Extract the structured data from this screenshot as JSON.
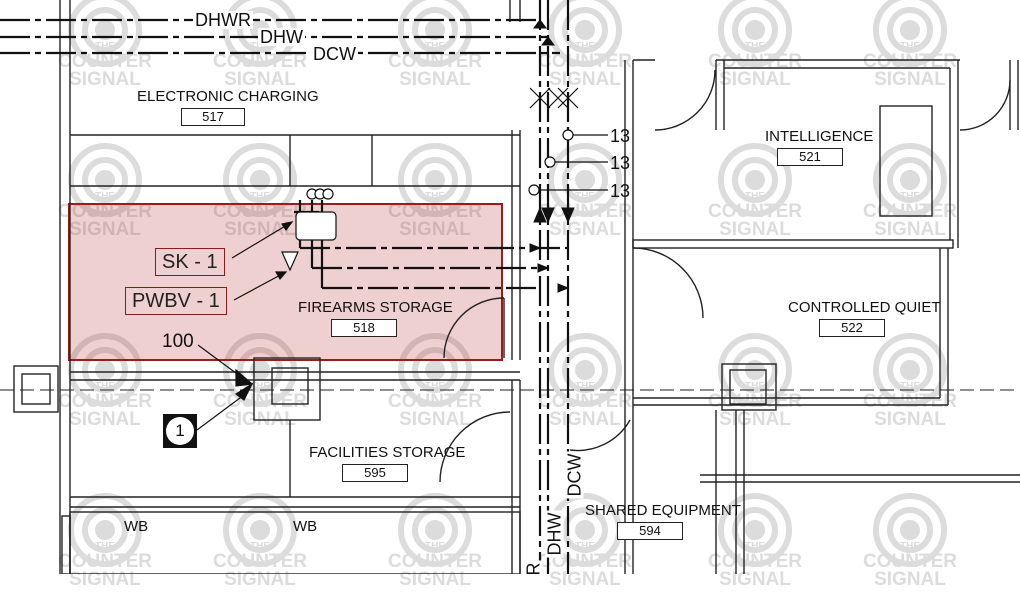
{
  "pipes": {
    "dhwr": "DHWR",
    "dhw": "DHW",
    "dcw": "DCW",
    "dhw_vertical": "DHW",
    "dcw_vertical": "DCW",
    "r_vertical": "R"
  },
  "rooms": [
    {
      "name": "ELECTRONIC CHARGING",
      "number": "517"
    },
    {
      "name": "FIREARMS STORAGE",
      "number": "518"
    },
    {
      "name": "FACILITIES STORAGE",
      "number": "595"
    },
    {
      "name": "INTELLIGENCE",
      "number": "521"
    },
    {
      "name": "CONTROLLED QUIET",
      "number": "522"
    },
    {
      "name": "SHARED EQUIPMENT",
      "number": "594"
    }
  ],
  "fixture_tags": {
    "sink": "SK - 1",
    "valve": "PWBV - 1"
  },
  "riser_labels": [
    "13",
    "13",
    "13"
  ],
  "detail_marker": "100",
  "section_callout": "1",
  "wb_labels": [
    "WB",
    "WB"
  ],
  "watermark": {
    "line1": "THE",
    "line2": "COUNTER",
    "line3": "SIGNAL"
  },
  "colors": {
    "highlight_fill": "#b02828",
    "highlight_border": "#9e1b1b",
    "line": "#111111",
    "watermark": "#777777"
  }
}
